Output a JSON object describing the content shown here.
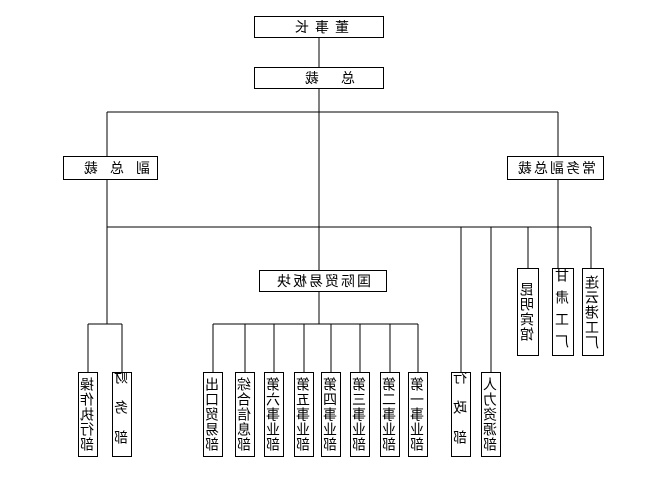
{
  "org": {
    "board": "董事长",
    "president": "总裁",
    "vp": "副总裁",
    "exec_vp": "常务副总裁",
    "trade_section": "国际贸易板块",
    "finance": "财务部",
    "ops": "操作执行部",
    "export": "出口贸易部",
    "comprehensive": "综合信息部",
    "biz6": "第六事业部",
    "biz5": "第五事业部",
    "biz4": "第四事业部",
    "biz3": "第三事业部",
    "biz2": "第二事业部",
    "biz1": "第一事业部",
    "admin": "行政部",
    "hr": "人力资源部",
    "kunming": "昆明宾馆",
    "gansu": "甘肃工厂",
    "lianyungang": "连云港工厂"
  }
}
